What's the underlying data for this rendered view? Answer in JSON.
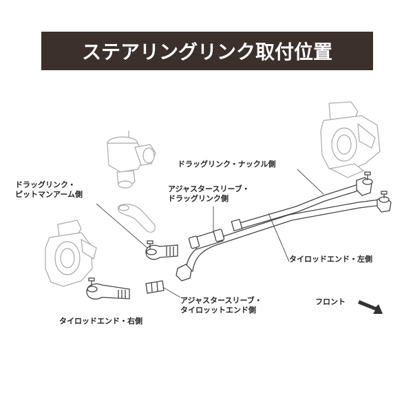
{
  "title": "ステアリングリンク取付位置",
  "labels": {
    "drag_link_knuckle": "ドラッグリンク・ナックル側",
    "drag_link_pitman_line1": "ドラッグリンク・",
    "drag_link_pitman_line2": "ピットマンアーム側",
    "adjuster_drag_line1": "アジャスタースリーブ・",
    "adjuster_drag_line2": "ドラッグリンク側",
    "tie_rod_left": "タイロッドエンド・左側",
    "adjuster_tie_line1": "アジャスタースリーブ・",
    "adjuster_tie_line2": "タイロッットエンド側",
    "tie_rod_right": "タイロッドエンド・右側",
    "front": "フロント"
  },
  "colors": {
    "title_bg": "#3b302c",
    "title_text": "#ffffff",
    "line": "#555555",
    "ghost": "#aaaaaa"
  }
}
